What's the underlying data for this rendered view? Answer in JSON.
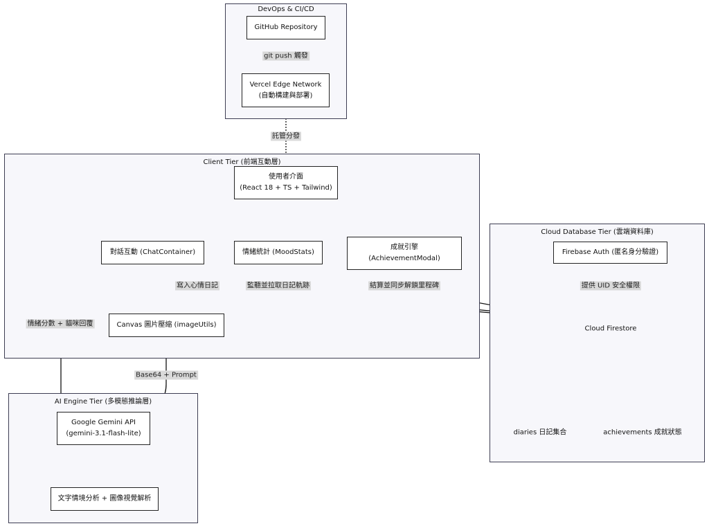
{
  "groups": {
    "devops": "DevOps & CI/CD",
    "client": "Client Tier (前端互動層)",
    "cloud": "Cloud Database Tier (雲端資料庫)",
    "ai": "AI Engine Tier (多模態推論層)"
  },
  "nodes": {
    "github": [
      "GitHub Repository"
    ],
    "vercel": [
      "Vercel Edge Network",
      "(自動構建與部署)"
    ],
    "ui": [
      "使用者介面",
      "(React 18 + TS + Tailwind)"
    ],
    "chat": [
      "對話互動 (ChatContainer)"
    ],
    "mood": [
      "情緒統計 (MoodStats)"
    ],
    "achv": [
      "成就引擎",
      "(AchievementModal)"
    ],
    "canvas": [
      "Canvas 圖片壓縮 (imageUtils)"
    ],
    "auth": [
      "Firebase Auth (匿名身分驗證)"
    ],
    "firestore": "Cloud Firestore",
    "diaries": "diaries 日記集合",
    "achievements": "achievements 成就狀態",
    "gemini": [
      "Google Gemini API",
      "(gemini-3.1-flash-lite)"
    ],
    "analysis": [
      "文字情境分析 + 圖像視覺解析"
    ]
  },
  "edge_labels": {
    "push": "git push 觸發",
    "host": "託管分發",
    "write": "寫入心情日記",
    "listen": "監聽並拉取日記軌跡",
    "sync": "結算並同步解鎖里程碑",
    "uid": "提供 UID 安全權限",
    "mood_score": "情緒分數 + 貓咪回覆",
    "b64": "Base64 + Prompt"
  }
}
